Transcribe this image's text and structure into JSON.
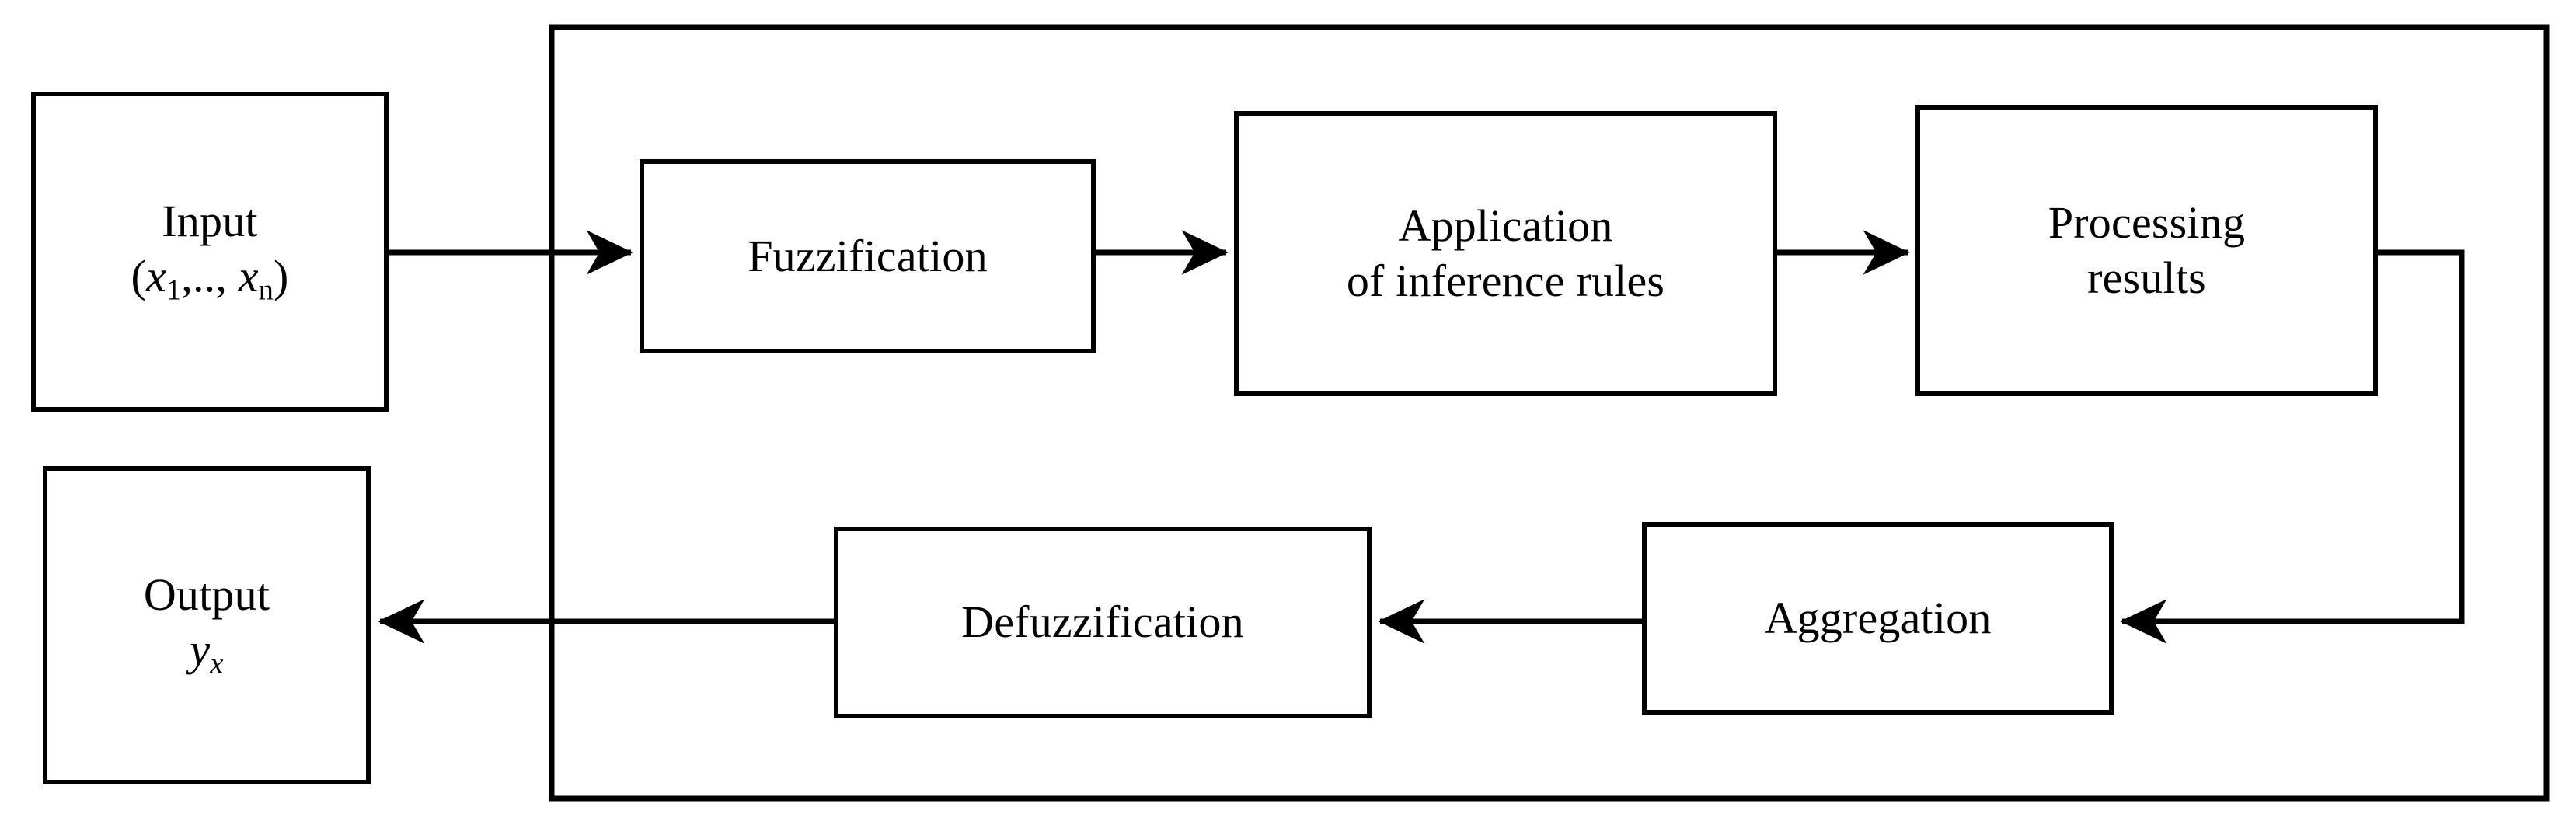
{
  "diagram": {
    "type": "block-flow-diagram",
    "title": "Fuzzy inference system block diagram",
    "background_color": "#ffffff",
    "line_color": "#000000",
    "nodes": {
      "input": {
        "line1": "Input",
        "line2_prefix": "(",
        "line2_var1": "x",
        "line2_sub1": "1",
        "line2_mid": ",.., ",
        "line2_var2": "x",
        "line2_sub2": "n",
        "line2_suffix": ")",
        "plain": "Input (x1,.., xn)"
      },
      "output": {
        "line1": "Output",
        "line2_var": "y",
        "line2_sub": "x",
        "plain": "Output yx"
      },
      "fuzzification": {
        "label": "Fuzzification"
      },
      "inference": {
        "label": "Application\nof inference rules"
      },
      "processing": {
        "label": "Processing\nresults"
      },
      "defuzzification": {
        "label": "Defuzzification"
      },
      "aggregation": {
        "label": "Aggregation"
      }
    },
    "edges": [
      {
        "id": "input-to-fuzzification",
        "from": "input",
        "to": "fuzzification",
        "direction": "right",
        "arrowhead": true
      },
      {
        "id": "fuzzification-to-inference",
        "from": "fuzzification",
        "to": "inference",
        "direction": "right",
        "arrowhead": true
      },
      {
        "id": "inference-to-processing",
        "from": "inference",
        "to": "processing",
        "direction": "right",
        "arrowhead": true
      },
      {
        "id": "processing-to-aggregation",
        "from": "processing",
        "to": "aggregation",
        "direction": "elbow-right-down-left",
        "arrowhead": true
      },
      {
        "id": "aggregation-to-defuzzification",
        "from": "aggregation",
        "to": "defuzzification",
        "direction": "left",
        "arrowhead": true
      },
      {
        "id": "defuzzification-to-output",
        "from": "defuzzification",
        "to": "output",
        "direction": "left",
        "arrowhead": true
      }
    ],
    "container": {
      "label": "",
      "description": "outer rectangle enclosing the fuzzy inference stages"
    }
  }
}
